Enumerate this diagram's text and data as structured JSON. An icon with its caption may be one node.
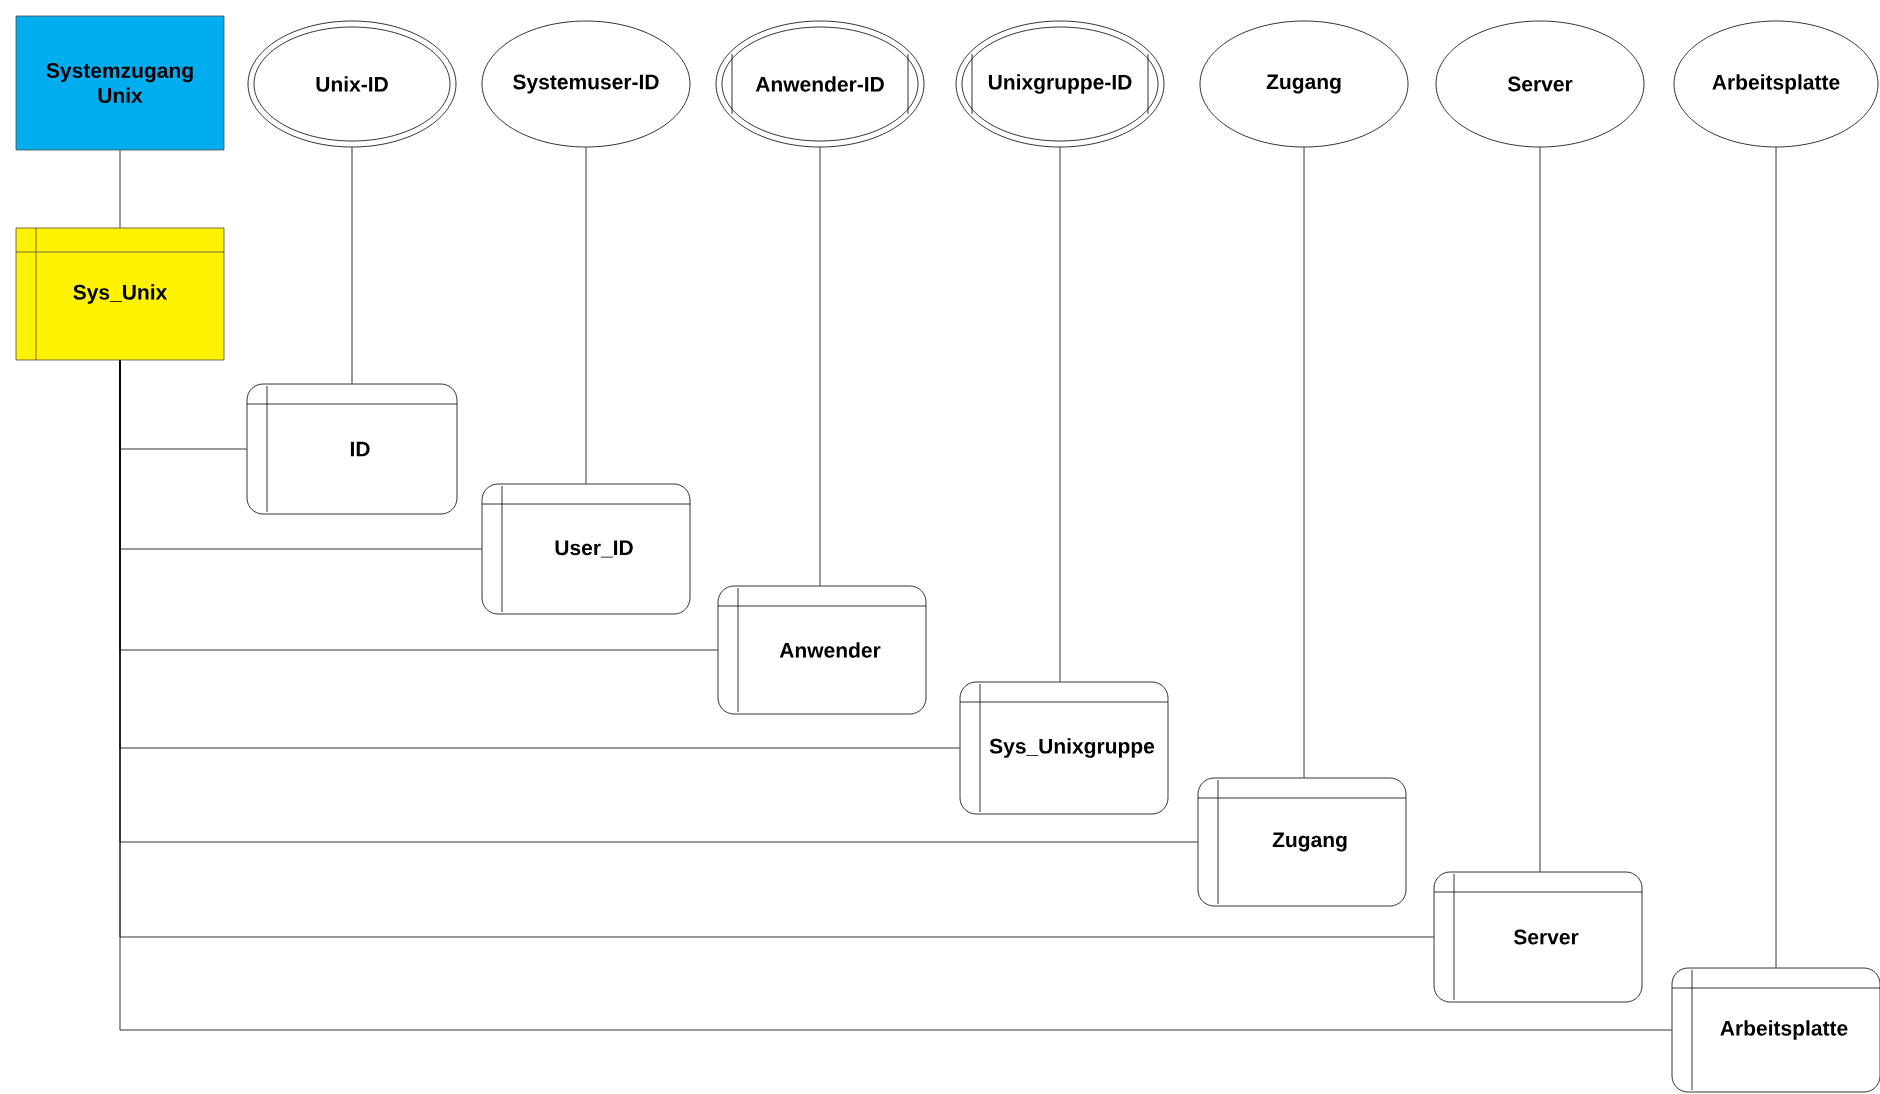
{
  "diagram": {
    "nodes": [
      {
        "text": [
          "Systemzugang Unix"
        ]
      },
      {
        "text": [
          "Unix-ID"
        ]
      },
      {
        "text": [
          "Systemuser-ID"
        ]
      },
      {
        "text": [
          "Anwender-ID"
        ]
      },
      {
        "text": [
          "Unixgruppe-ID"
        ]
      },
      {
        "text": [
          "Zugang"
        ]
      },
      {
        "text": [
          "Server"
        ]
      },
      {
        "text": [
          "Arbeitsplatte"
        ]
      },
      {
        "text": [
          "Sys_Unix"
        ]
      },
      {
        "text": [
          "ID"
        ]
      },
      {
        "text": [
          "User_ID"
        ]
      },
      {
        "text": [
          "Anwender"
        ]
      },
      {
        "text": [
          "Sys_Unixgruppe"
        ]
      },
      {
        "text": [
          "Zugang"
        ]
      },
      {
        "text": [
          "Server"
        ]
      },
      {
        "text": [
          "Arbeitsplatte"
        ]
      }
    ],
    "edges": [
      {
        "from": 0,
        "to": 8,
        "arrow": "none"
      },
      {
        "from": 8,
        "to": 9,
        "arrow": "none"
      },
      {
        "from": 8,
        "to": 10,
        "arrow": "none"
      },
      {
        "from": 8,
        "to": 11,
        "arrow": "none"
      },
      {
        "from": 8,
        "to": 12,
        "arrow": "none"
      },
      {
        "from": 8,
        "to": 13,
        "arrow": "none"
      },
      {
        "from": 8,
        "to": 14,
        "arrow": "none"
      },
      {
        "from": 8,
        "to": 15,
        "arrow": "none"
      },
      {
        "from": 1,
        "to": 9,
        "arrow": "none"
      },
      {
        "from": 2,
        "to": 10,
        "arrow": "none"
      },
      {
        "from": 3,
        "to": 11,
        "arrow": "none"
      },
      {
        "from": 4,
        "to": 12,
        "arrow": "none"
      },
      {
        "from": 5,
        "to": 13,
        "arrow": "none"
      },
      {
        "from": 6,
        "to": 14,
        "arrow": "none"
      },
      {
        "from": 7,
        "to": 15,
        "arrow": "none"
      }
    ]
  }
}
